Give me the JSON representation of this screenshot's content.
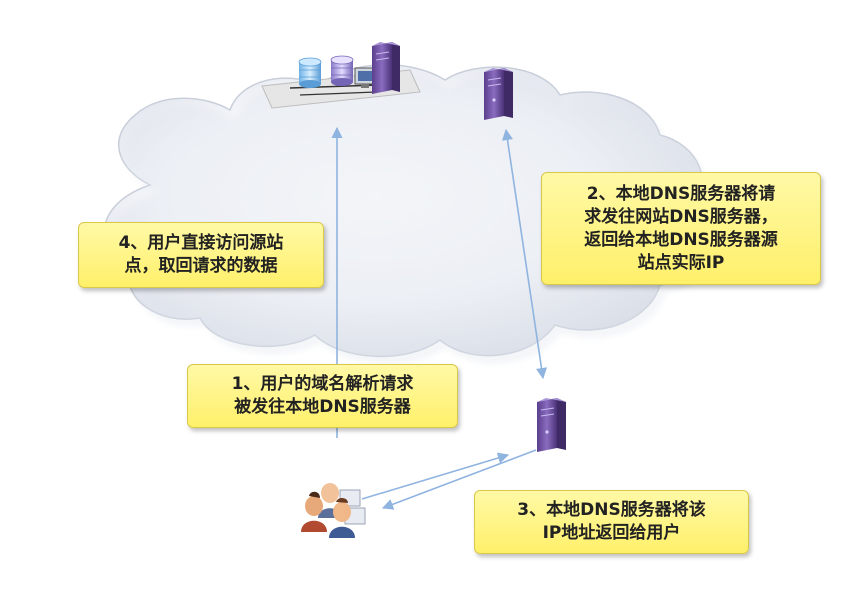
{
  "diagram": {
    "title": "",
    "nodes": [
      {
        "id": "origin-site",
        "label": "",
        "icon": "server-rack-with-databases-icon"
      },
      {
        "id": "site-dns-server",
        "label": "",
        "icon": "server-tower-icon"
      },
      {
        "id": "local-dns-server",
        "label": "",
        "icon": "server-tower-icon"
      },
      {
        "id": "users",
        "label": "",
        "icon": "user-group-icon"
      }
    ],
    "edges": [
      {
        "from": "users",
        "to": "local-dns-server",
        "step": 1
      },
      {
        "from": "local-dns-server",
        "to": "site-dns-server",
        "step": 2
      },
      {
        "from": "local-dns-server",
        "to": "users",
        "step": 3
      },
      {
        "from": "users",
        "to": "origin-site",
        "step": 4
      }
    ]
  },
  "steps": {
    "step1": {
      "lines": [
        "1、用户的域名解析请求",
        "被发往本地DNS服务器"
      ]
    },
    "step2": {
      "lines": [
        "2、本地DNS服务器将请",
        "求发往网站DNS服务器，",
        "返回给本地DNS服务器源",
        "站点实际IP"
      ]
    },
    "step3": {
      "lines": [
        "3、本地DNS服务器将该",
        "IP地址返回给用户"
      ]
    },
    "step4": {
      "lines": [
        "4、用户直接访问源站",
        "点，取回请求的数据"
      ]
    }
  },
  "colors": {
    "callout_fill": "#fff36e",
    "arrow": "#8fb4e0",
    "server": "#6b4f9e",
    "cloud": "#eef1f6"
  }
}
